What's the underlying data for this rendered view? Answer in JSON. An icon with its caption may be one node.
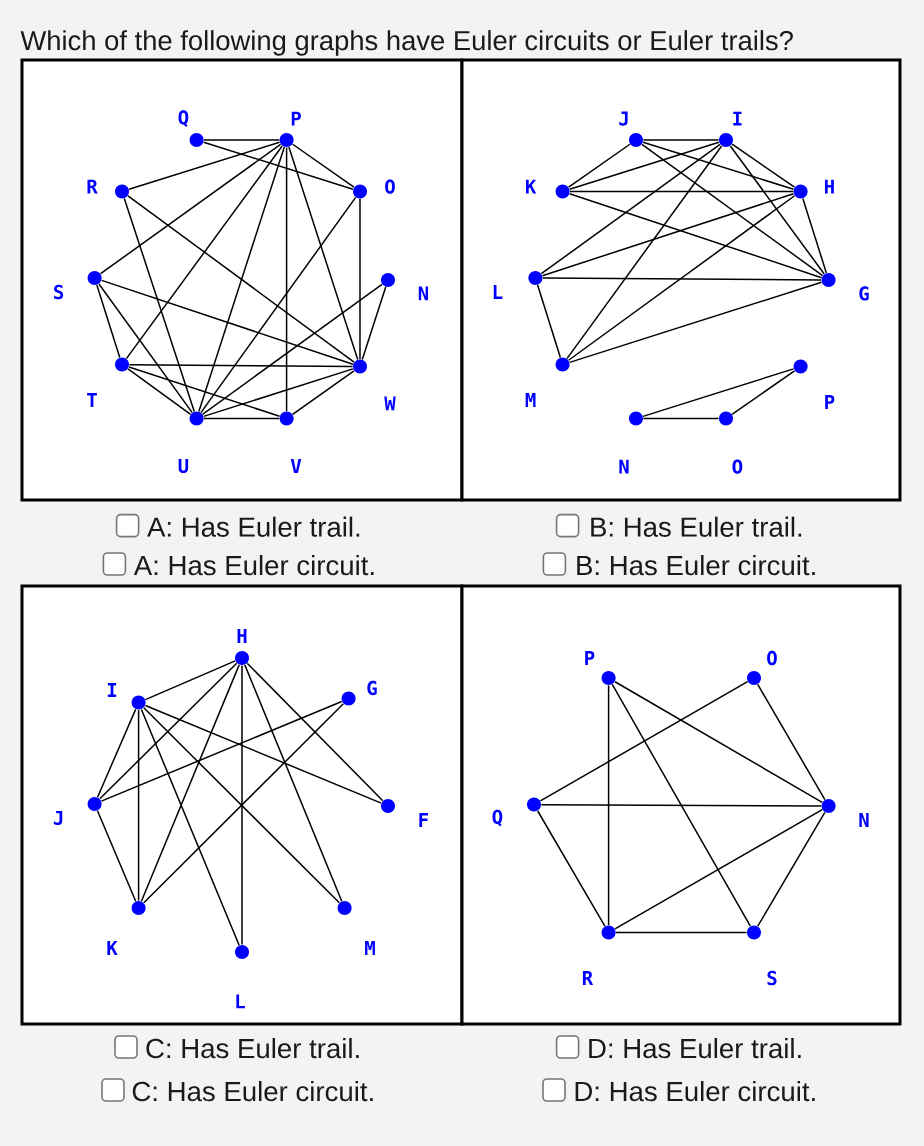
{
  "diagram": {
    "title": "Which of the following graphs have Euler circuits or Euler trails?",
    "nodes": [
      {
        "text": [],
        "shape": "box"
      },
      {
        "text": [
          "Q"
        ],
        "in": 0
      },
      {
        "text": [
          "P"
        ],
        "in": 0
      },
      {
        "text": [
          "R"
        ],
        "in": 0
      },
      {
        "text": [
          "O"
        ],
        "in": 0
      },
      {
        "text": [
          "S"
        ],
        "in": 0
      },
      {
        "text": [
          "N"
        ],
        "in": 0
      },
      {
        "text": [
          "T"
        ],
        "in": 0
      },
      {
        "text": [
          "W"
        ],
        "in": 0
      },
      {
        "text": [
          "U"
        ],
        "in": 0
      },
      {
        "text": [
          "V"
        ],
        "in": 0
      },
      {
        "text": [],
        "shape": "box"
      },
      {
        "text": [
          "J"
        ],
        "in": 11
      },
      {
        "text": [
          "I"
        ],
        "in": 11
      },
      {
        "text": [
          "K"
        ],
        "in": 11
      },
      {
        "text": [
          "H"
        ],
        "in": 11
      },
      {
        "text": [
          "L"
        ],
        "in": 11
      },
      {
        "text": [
          "G"
        ],
        "in": 11
      },
      {
        "text": [
          "M"
        ],
        "in": 11
      },
      {
        "text": [
          "P"
        ],
        "in": 11
      },
      {
        "text": [
          "N"
        ],
        "in": 11
      },
      {
        "text": [
          "O"
        ],
        "in": 11
      },
      {
        "text": [],
        "shape": "box"
      },
      {
        "text": [
          "H"
        ],
        "in": 22
      },
      {
        "text": [
          "I"
        ],
        "in": 22
      },
      {
        "text": [
          "G"
        ],
        "in": 22
      },
      {
        "text": [
          "J"
        ],
        "in": 22
      },
      {
        "text": [
          "F"
        ],
        "in": 22
      },
      {
        "text": [
          "K"
        ],
        "in": 22
      },
      {
        "text": [
          "M"
        ],
        "in": 22
      },
      {
        "text": [
          "L"
        ],
        "in": 22
      },
      {
        "text": [],
        "shape": "box"
      },
      {
        "text": [
          "P"
        ],
        "in": 31
      },
      {
        "text": [
          "O"
        ],
        "in": 31
      },
      {
        "text": [
          "Q"
        ],
        "in": 31
      },
      {
        "text": [
          "N"
        ],
        "in": 31
      },
      {
        "text": [
          "R"
        ],
        "in": 31
      },
      {
        "text": [
          "S"
        ],
        "in": 31
      }
    ],
    "edges": [
      {
        "from": 1,
        "to": 2,
        "arrow": "none"
      },
      {
        "from": 1,
        "to": 4,
        "arrow": "none"
      },
      {
        "from": 2,
        "to": 4,
        "arrow": "none"
      },
      {
        "from": 2,
        "to": 3,
        "arrow": "none"
      },
      {
        "from": 2,
        "to": 5,
        "arrow": "none"
      },
      {
        "from": 2,
        "to": 7,
        "arrow": "none"
      },
      {
        "from": 2,
        "to": 9,
        "arrow": "none"
      },
      {
        "from": 2,
        "to": 10,
        "arrow": "none"
      },
      {
        "from": 2,
        "to": 8,
        "arrow": "none"
      },
      {
        "from": 4,
        "to": 8,
        "arrow": "none"
      },
      {
        "from": 4,
        "to": 9,
        "arrow": "none"
      },
      {
        "from": 6,
        "to": 8,
        "arrow": "none"
      },
      {
        "from": 6,
        "to": 9,
        "arrow": "none"
      },
      {
        "from": 3,
        "to": 8,
        "arrow": "none"
      },
      {
        "from": 5,
        "to": 8,
        "arrow": "none"
      },
      {
        "from": 7,
        "to": 8,
        "arrow": "none"
      },
      {
        "from": 9,
        "to": 8,
        "arrow": "none"
      },
      {
        "from": 10,
        "to": 8,
        "arrow": "none"
      },
      {
        "from": 9,
        "to": 10,
        "arrow": "none"
      },
      {
        "from": 7,
        "to": 10,
        "arrow": "none"
      },
      {
        "from": 5,
        "to": 9,
        "arrow": "none"
      },
      {
        "from": 3,
        "to": 9,
        "arrow": "none"
      },
      {
        "from": 7,
        "to": 9,
        "arrow": "none"
      },
      {
        "from": 5,
        "to": 7,
        "arrow": "none"
      },
      {
        "from": 12,
        "to": 13,
        "arrow": "none"
      },
      {
        "from": 12,
        "to": 15,
        "arrow": "none"
      },
      {
        "from": 12,
        "to": 17,
        "arrow": "none"
      },
      {
        "from": 12,
        "to": 14,
        "arrow": "none"
      },
      {
        "from": 13,
        "to": 14,
        "arrow": "none"
      },
      {
        "from": 13,
        "to": 15,
        "arrow": "none"
      },
      {
        "from": 13,
        "to": 17,
        "arrow": "none"
      },
      {
        "from": 13,
        "to": 16,
        "arrow": "none"
      },
      {
        "from": 13,
        "to": 18,
        "arrow": "none"
      },
      {
        "from": 14,
        "to": 15,
        "arrow": "none"
      },
      {
        "from": 14,
        "to": 17,
        "arrow": "none"
      },
      {
        "from": 15,
        "to": 16,
        "arrow": "none"
      },
      {
        "from": 15,
        "to": 18,
        "arrow": "none"
      },
      {
        "from": 15,
        "to": 17,
        "arrow": "none"
      },
      {
        "from": 16,
        "to": 17,
        "arrow": "none"
      },
      {
        "from": 16,
        "to": 18,
        "arrow": "none"
      },
      {
        "from": 18,
        "to": 17,
        "arrow": "none"
      },
      {
        "from": 20,
        "to": 21,
        "arrow": "none"
      },
      {
        "from": 20,
        "to": 19,
        "arrow": "none"
      },
      {
        "from": 21,
        "to": 19,
        "arrow": "none"
      },
      {
        "from": 23,
        "to": 24,
        "arrow": "none"
      },
      {
        "from": 23,
        "to": 26,
        "arrow": "none"
      },
      {
        "from": 23,
        "to": 28,
        "arrow": "none"
      },
      {
        "from": 23,
        "to": 30,
        "arrow": "none"
      },
      {
        "from": 23,
        "to": 29,
        "arrow": "none"
      },
      {
        "from": 23,
        "to": 27,
        "arrow": "none"
      },
      {
        "from": 24,
        "to": 26,
        "arrow": "none"
      },
      {
        "from": 24,
        "to": 28,
        "arrow": "none"
      },
      {
        "from": 24,
        "to": 30,
        "arrow": "none"
      },
      {
        "from": 24,
        "to": 29,
        "arrow": "none"
      },
      {
        "from": 24,
        "to": 27,
        "arrow": "none"
      },
      {
        "from": 26,
        "to": 25,
        "arrow": "none"
      },
      {
        "from": 26,
        "to": 28,
        "arrow": "none"
      },
      {
        "from": 25,
        "to": 28,
        "arrow": "none"
      },
      {
        "from": 32,
        "to": 36,
        "arrow": "none"
      },
      {
        "from": 32,
        "to": 35,
        "arrow": "none"
      },
      {
        "from": 32,
        "to": 37,
        "arrow": "none"
      },
      {
        "from": 33,
        "to": 34,
        "arrow": "none"
      },
      {
        "from": 33,
        "to": 35,
        "arrow": "none"
      },
      {
        "from": 34,
        "to": 35,
        "arrow": "none"
      },
      {
        "from": 34,
        "to": 36,
        "arrow": "none"
      },
      {
        "from": 36,
        "to": 37,
        "arrow": "none"
      },
      {
        "from": 36,
        "to": 35,
        "arrow": "none"
      },
      {
        "from": 37,
        "to": 35,
        "arrow": "none"
      }
    ],
    "labels": [
      "A: Has Euler trail.",
      "B: Has Euler trail.",
      "A: Has Euler circuit.",
      "B: Has Euler circuit.",
      "C: Has Euler trail.",
      "D: Has Euler trail.",
      "C: Has Euler circuit.",
      "D: Has Euler circuit."
    ]
  }
}
